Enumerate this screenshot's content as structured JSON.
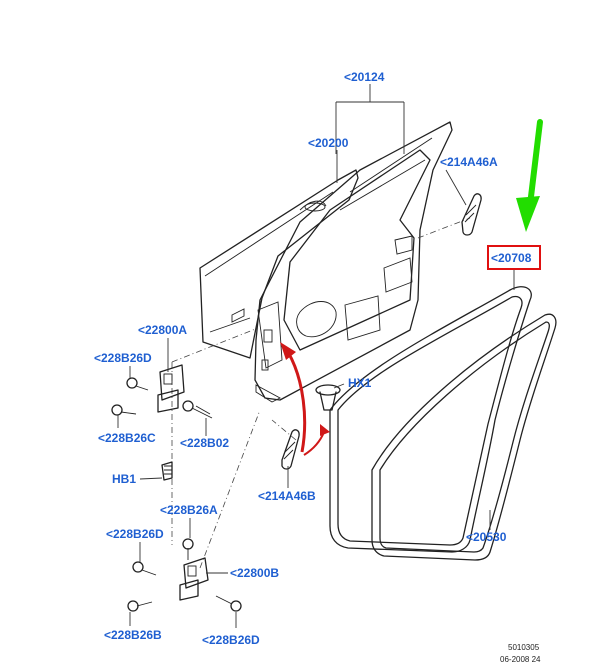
{
  "diagram": {
    "colors": {
      "callout": "#1f5fd1",
      "leader": "#333333",
      "outline": "#222222",
      "highlight_box": "#e01010",
      "action_arrow": "#d01818",
      "pointer_arrow": "#22dd00"
    },
    "callouts": {
      "c20124": "<20124",
      "c20200": "<20200",
      "c214A46A": "<214A46A",
      "c20708": "<20708",
      "c22800A": "<22800A",
      "c228B26D_top": "<228B26D",
      "c228B26C": "<228B26C",
      "c228B02": "<228B02",
      "cHB1": "HB1",
      "cHX1": "HX1",
      "c214A46B": "<214A46B",
      "c228B26A": "<228B26A",
      "c228B26D_mid": "<228B26D",
      "c22800B": "<22800B",
      "c20530": "<20530",
      "c228B26B": "<228B26B",
      "c228B26D_bot": "<228B26D"
    },
    "footer": {
      "code": "5010305",
      "date": "06-2008 24"
    },
    "icons": [
      "green-pointer-arrow-icon",
      "red-curved-arrow-icon",
      "bolt-icon",
      "plug-icon"
    ]
  }
}
